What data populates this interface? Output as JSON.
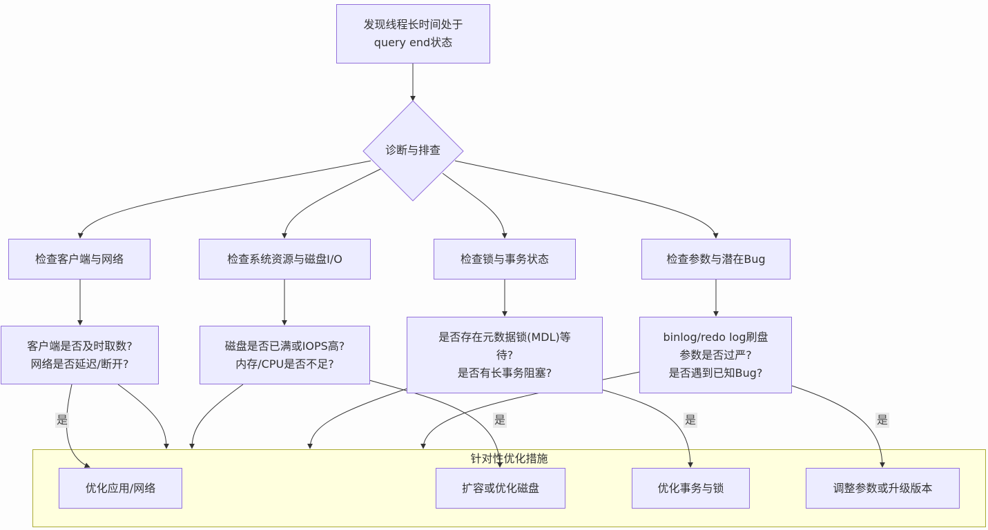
{
  "nodes": {
    "start": {
      "lines": [
        "发现线程长时间处于",
        "query end状态"
      ]
    },
    "diagnose": {
      "label": "诊断与排查"
    },
    "check_client": {
      "lines": [
        "检查客户端与网络"
      ]
    },
    "check_system": {
      "lines": [
        "检查系统资源与磁盘I/O"
      ]
    },
    "check_lock": {
      "lines": [
        "检查锁与事务状态"
      ]
    },
    "check_param": {
      "lines": [
        "检查参数与潜在Bug"
      ]
    },
    "q_client": {
      "lines": [
        "客户端是否及时取数?",
        "网络是否延迟/断开?"
      ]
    },
    "q_system": {
      "lines": [
        "磁盘是否已满或IOPS高?",
        "内存/CPU是否不足?"
      ]
    },
    "q_lock": {
      "lines": [
        "是否存在元数据锁(MDL)等",
        "待?",
        "是否有长事务阻塞?"
      ]
    },
    "q_param": {
      "lines": [
        "binlog/redo log刷盘",
        "参数是否过严?",
        "是否遇到已知Bug?"
      ]
    },
    "opt_app": {
      "lines": [
        "优化应用/网络"
      ]
    },
    "opt_disk": {
      "lines": [
        "扩容或优化磁盘"
      ]
    },
    "opt_tx": {
      "lines": [
        "优化事务与锁"
      ]
    },
    "opt_param": {
      "lines": [
        "调整参数或升级版本"
      ]
    }
  },
  "subgraph": {
    "title": "针对性优化措施"
  },
  "edge_labels": {
    "client_yes": "是",
    "system_yes": "是",
    "lock_yes": "是",
    "param_yes": "是"
  },
  "colors": {
    "node_fill": "#ececff",
    "node_border": "#9370db",
    "subgraph_fill": "#ffffde",
    "subgraph_border": "#aaaa33",
    "edge": "#333333",
    "text": "#333333"
  }
}
